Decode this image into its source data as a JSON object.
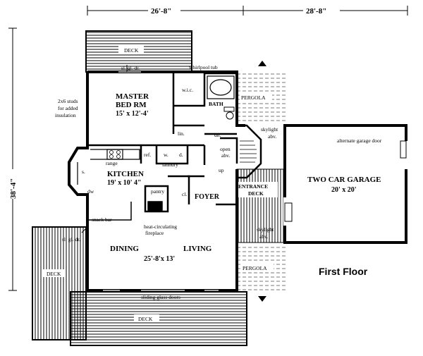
{
  "dimensions": {
    "top_left": "26'-8\"",
    "top_right": "28'-8\"",
    "left": "38'-4\""
  },
  "floor_label": "First Floor",
  "rooms": {
    "master_bed": {
      "name_line1": "MASTER",
      "name_line2": "BED RM",
      "size": "15' x 12'-4'"
    },
    "bath": {
      "name": "BATH"
    },
    "kitchen": {
      "name": "KITCHEN",
      "size": "19' x 10' 4\""
    },
    "foyer": {
      "name": "FOYER"
    },
    "entrance_deck": {
      "name_line1": "ENTRANCE",
      "name_line2": "DECK"
    },
    "garage": {
      "name": "TWO CAR GARAGE",
      "size": "20' x 20'"
    },
    "dining": {
      "name": "DINING"
    },
    "living": {
      "name": "LIVING",
      "size": "25'-8'x 13'"
    },
    "deck_top": {
      "name": "DECK"
    },
    "deck_left": {
      "name": "DECK"
    },
    "deck_bottom": {
      "name": "DECK"
    },
    "pergola_top": {
      "name": "PERGOLA"
    },
    "pergola_bottom": {
      "name": "PERGOLA"
    }
  },
  "notes": {
    "sl_gl_dr_top": "sl. gl. dr.",
    "whirlpool": "whirlpool tub",
    "wic": "w.i.c.",
    "studs_line1": "2x6 studs",
    "studs_line2": "for added",
    "studs_line3": "insulation",
    "lin": "lin.",
    "dn": "dn.",
    "skylight_line1": "skylight",
    "skylight_line2": "abv.",
    "open_line1": "open",
    "open_line2": "abv.",
    "up": "up",
    "range": "range",
    "ref": "ref.",
    "w": "w.",
    "d": "d.",
    "laundry": "laundry",
    "s": "s.",
    "dw": "dw",
    "pantry": "pantry",
    "cl": "cl.",
    "snack_bar": "snack bar",
    "fireplace_line1": "heat-circulating",
    "fireplace_line2": "fireplace",
    "sl_gl_dr_left": "sl. gl. dr.",
    "sliding_glass_doors": "sliding glass doors",
    "skylight2_line1": "skylight",
    "skylight2_line2": "abv.",
    "alt_garage_door": "alternate garage door"
  }
}
